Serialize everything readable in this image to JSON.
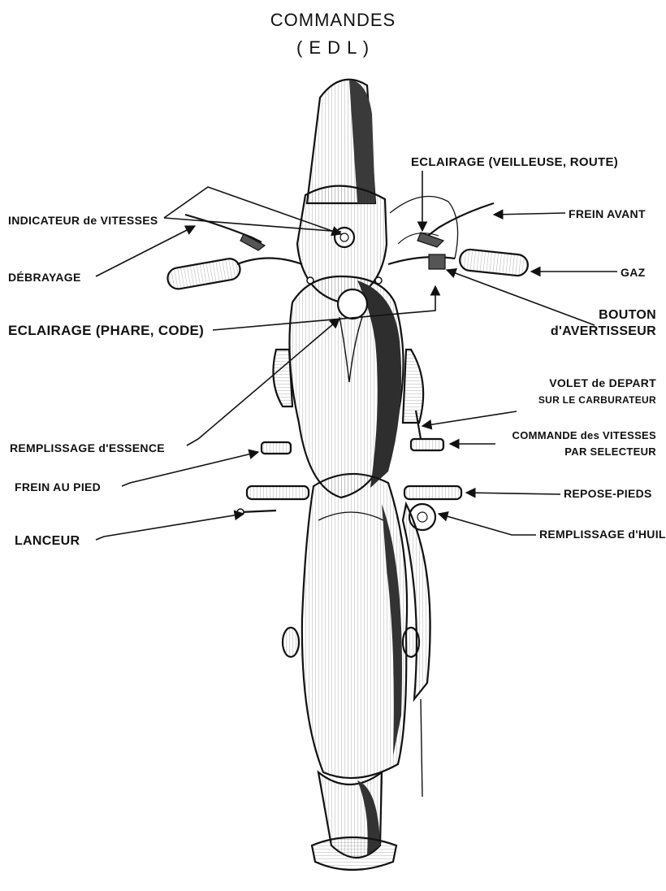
{
  "title": {
    "line1": "COMMANDES",
    "line2": "( E D L )"
  },
  "labels": {
    "indicateur_vitesses": "INDICATEUR de VITESSES",
    "debrayage": "DÉBRAYAGE",
    "eclairage_phare_code": "ECLAIRAGE (PHARE, CODE)",
    "remplissage_essence": "REMPLISSAGE d'ESSENCE",
    "frein_au_pied": "FREIN AU PIED",
    "lanceur": "LANCEUR",
    "eclairage_veilleuse_route": "ECLAIRAGE (VEILLEUSE, ROUTE)",
    "frein_avant": "FREIN AVANT",
    "gaz": "GAZ",
    "bouton_line1": "BOUTON",
    "bouton_line2": "d'AVERTISSEUR",
    "volet_line1": "VOLET de DEPART",
    "volet_line2": "SUR LE CARBURATEUR",
    "commande_line1": "COMMANDE des VITESSES",
    "commande_line2": "PAR SELECTEUR",
    "repose_pieds": "REPOSE-PIEDS",
    "remplissage_huile": "REMPLISSAGE d'HUILE"
  }
}
